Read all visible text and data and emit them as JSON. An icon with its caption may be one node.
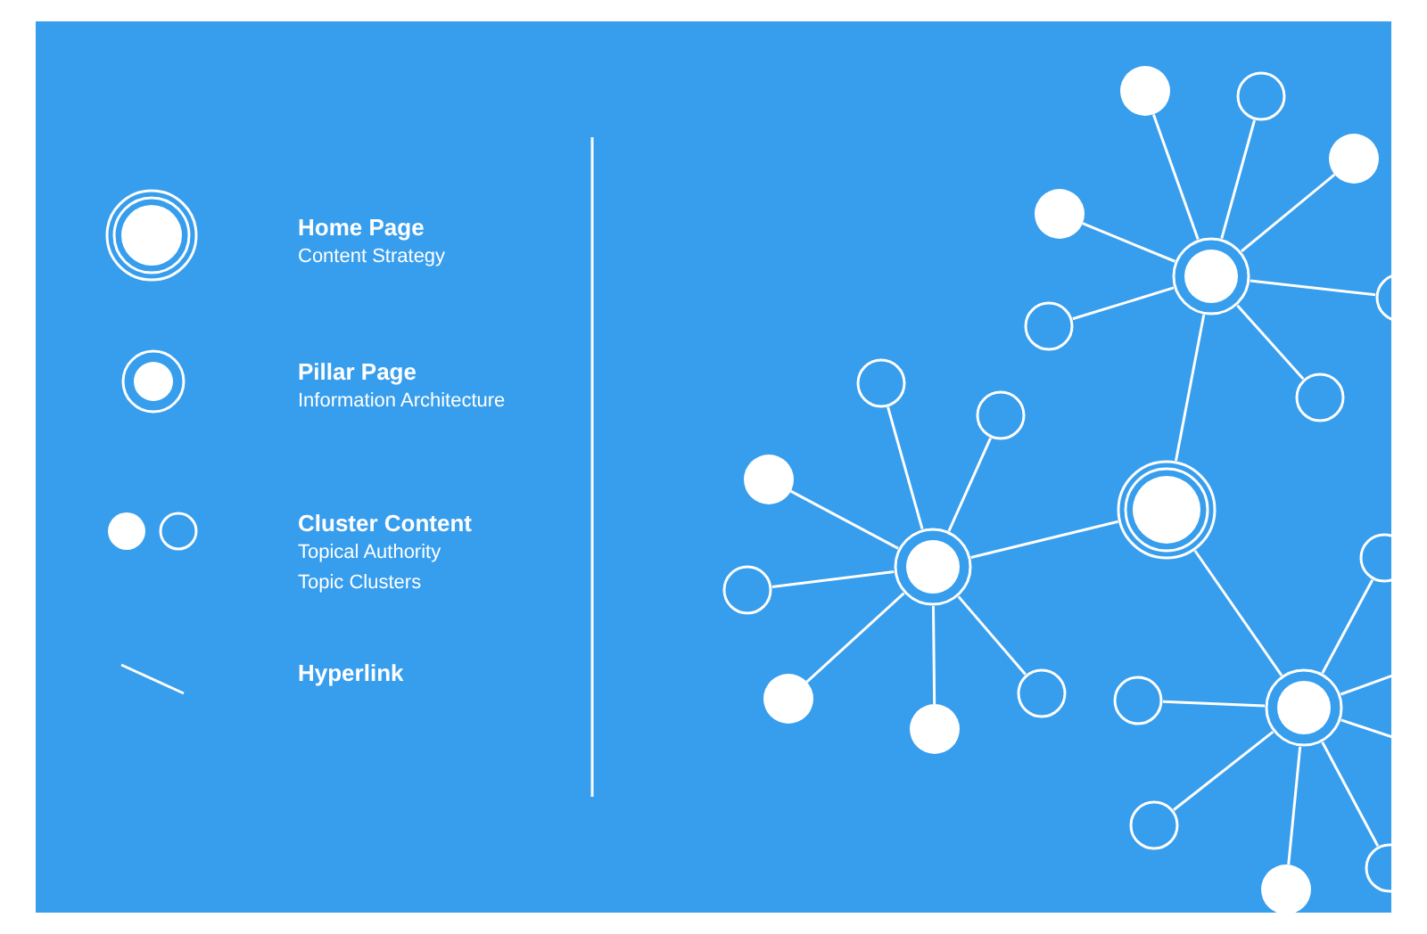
{
  "diagram": {
    "nodes": [
      {
        "text": [],
        "shape": "circle"
      },
      {
        "text": [],
        "shape": "circle"
      },
      {
        "text": [],
        "shape": "circle"
      },
      {
        "text": [],
        "shape": "circle"
      },
      {
        "text": [],
        "shape": "circle"
      },
      {
        "text": [],
        "shape": "circle"
      },
      {
        "text": [],
        "shape": "circle"
      },
      {
        "text": [],
        "shape": "circle"
      },
      {
        "text": [],
        "shape": "circle"
      },
      {
        "text": [],
        "shape": "circle"
      },
      {
        "text": [],
        "shape": "circle"
      },
      {
        "text": [],
        "shape": "circle"
      },
      {
        "text": [],
        "shape": "circle"
      },
      {
        "text": [],
        "shape": "circle"
      },
      {
        "text": [],
        "shape": "circle"
      },
      {
        "text": [],
        "shape": "circle"
      },
      {
        "text": [],
        "shape": "circle"
      },
      {
        "text": [],
        "shape": "circle"
      },
      {
        "text": [],
        "shape": "circle"
      },
      {
        "text": [],
        "shape": "circle"
      },
      {
        "text": [],
        "shape": "circle"
      },
      {
        "text": [],
        "shape": "circle"
      },
      {
        "text": [],
        "shape": "circle"
      }
    ],
    "edges": [
      {
        "from": 1,
        "to": 0,
        "arrow": "none"
      },
      {
        "from": 2,
        "to": 0,
        "arrow": "none"
      },
      {
        "from": 3,
        "to": 0,
        "arrow": "none"
      },
      {
        "from": 4,
        "to": 0,
        "arrow": "none"
      },
      {
        "from": 5,
        "to": 0,
        "arrow": "none"
      },
      {
        "from": 6,
        "to": 0,
        "arrow": "none"
      },
      {
        "from": 7,
        "to": 0,
        "arrow": "none"
      },
      {
        "from": 0,
        "to": 8,
        "arrow": "none"
      },
      {
        "from": 9,
        "to": 8,
        "arrow": "none"
      },
      {
        "from": 10,
        "to": 9,
        "arrow": "none"
      },
      {
        "from": 11,
        "to": 9,
        "arrow": "none"
      },
      {
        "from": 12,
        "to": 9,
        "arrow": "none"
      },
      {
        "from": 13,
        "to": 9,
        "arrow": "none"
      },
      {
        "from": 14,
        "to": 9,
        "arrow": "none"
      },
      {
        "from": 15,
        "to": 9,
        "arrow": "none"
      },
      {
        "from": 16,
        "to": 9,
        "arrow": "none"
      },
      {
        "from": 8,
        "to": 17,
        "arrow": "none"
      },
      {
        "from": 18,
        "to": 17,
        "arrow": "none"
      },
      {
        "from": 19,
        "to": 17,
        "arrow": "none"
      },
      {
        "from": 20,
        "to": 17,
        "arrow": "none"
      },
      {
        "from": 21,
        "to": 17,
        "arrow": "none"
      },
      {
        "from": 22,
        "to": 17,
        "arrow": "none"
      },
      {
        "from": 17,
        "to": null,
        "arrow": "none"
      },
      {
        "from": 17,
        "to": null,
        "arrow": "none"
      }
    ],
    "labels": [
      "Content Strategy",
      "Information Architecture",
      "Topical Authority",
      "Topic Clusters"
    ],
    "legend": [
      {
        "text": "Home Page"
      },
      {
        "text": "Pillar Page"
      },
      {
        "text": "Cluster Content"
      },
      {
        "text": "Hyperlink"
      }
    ]
  }
}
